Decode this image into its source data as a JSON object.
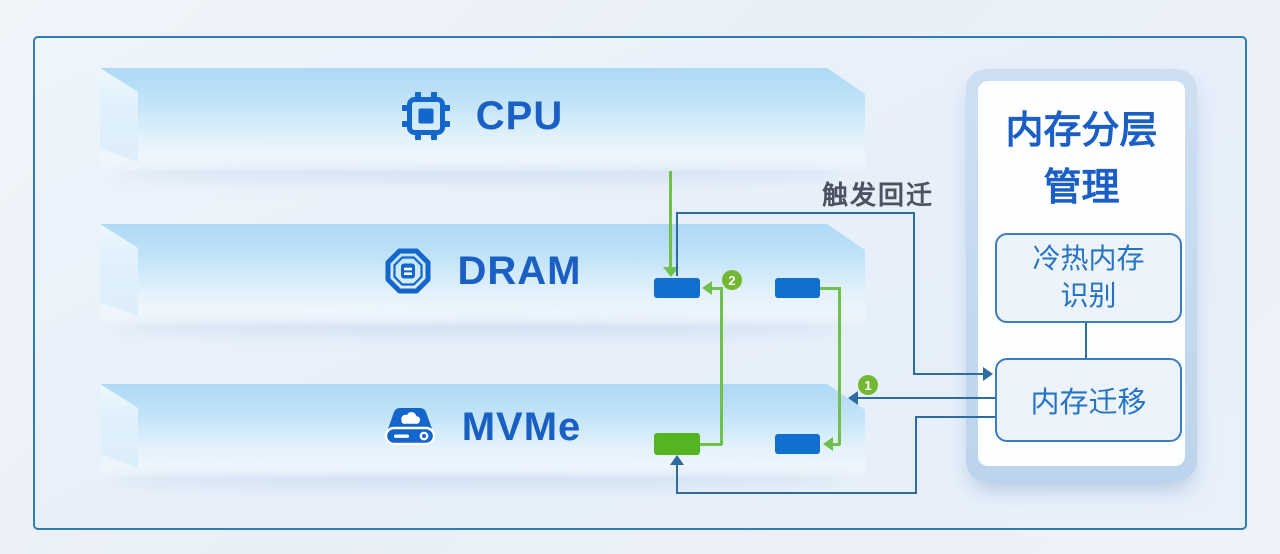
{
  "diagram": {
    "tiers": {
      "cpu": {
        "label": "CPU",
        "icon": "cpu-chip-icon"
      },
      "dram": {
        "label": "DRAM",
        "icon": "dram-chip-icon"
      },
      "mvme": {
        "label": "MVMe",
        "icon": "nvme-storage-icon"
      }
    },
    "flow": {
      "trigger_label": "触发回迁",
      "badge_demote": "1",
      "badge_promote": "2"
    },
    "panel": {
      "title_line1": "内存分层",
      "title_line2": "管理",
      "identify_box": {
        "line1": "冷热内存",
        "line2": "识别"
      },
      "migrate_box": {
        "label": "内存迁移"
      }
    },
    "colors": {
      "tier_text": "#1a5fc4",
      "icon_blue": "#1266cc",
      "block_blue": "#1070d0",
      "block_green": "#55b422",
      "line_blue": "#2d6ba3",
      "line_green": "#6fc14c",
      "badge_green": "#72b833",
      "panel_title": "#1a5ec6",
      "box_text": "#2574c4",
      "box_border": "#3b7cc2",
      "container_border": "#2f7cb2",
      "trigger_text": "#4a535f"
    }
  }
}
